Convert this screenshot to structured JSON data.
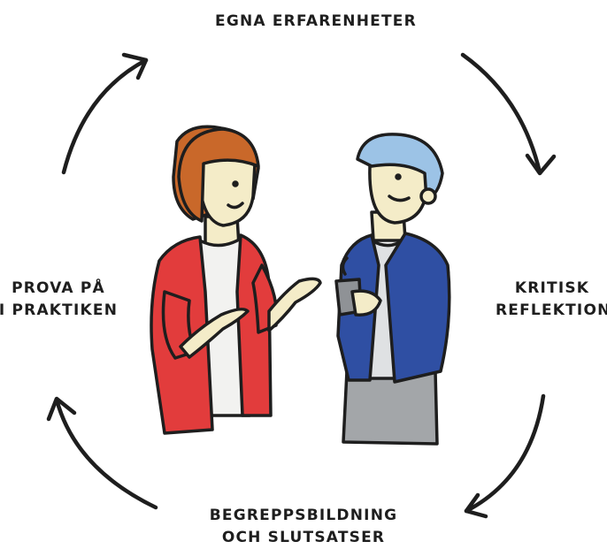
{
  "cycle": {
    "top": {
      "lines": [
        "EGNA ERFARENHETER"
      ]
    },
    "right": {
      "lines": [
        "KRITISK",
        "REFLEKTION"
      ]
    },
    "bottom": {
      "lines": [
        "BEGREPPSBILDNING",
        "OCH SLUTSATSER"
      ]
    },
    "left": {
      "lines": [
        "PROVA PÅ",
        "I PRAKTIKEN"
      ]
    }
  },
  "colors": {
    "ink": "#1e1e1e",
    "skin": "#f4ecc8",
    "hair_left": "#c9682a",
    "cardigan": "#e23c3c",
    "white_shirt": "#f2f2f0",
    "hair_right": "#9cc3e6",
    "jacket": "#2f4fa3",
    "jeans": "#a3a6a9",
    "mug": "#8f9296"
  }
}
